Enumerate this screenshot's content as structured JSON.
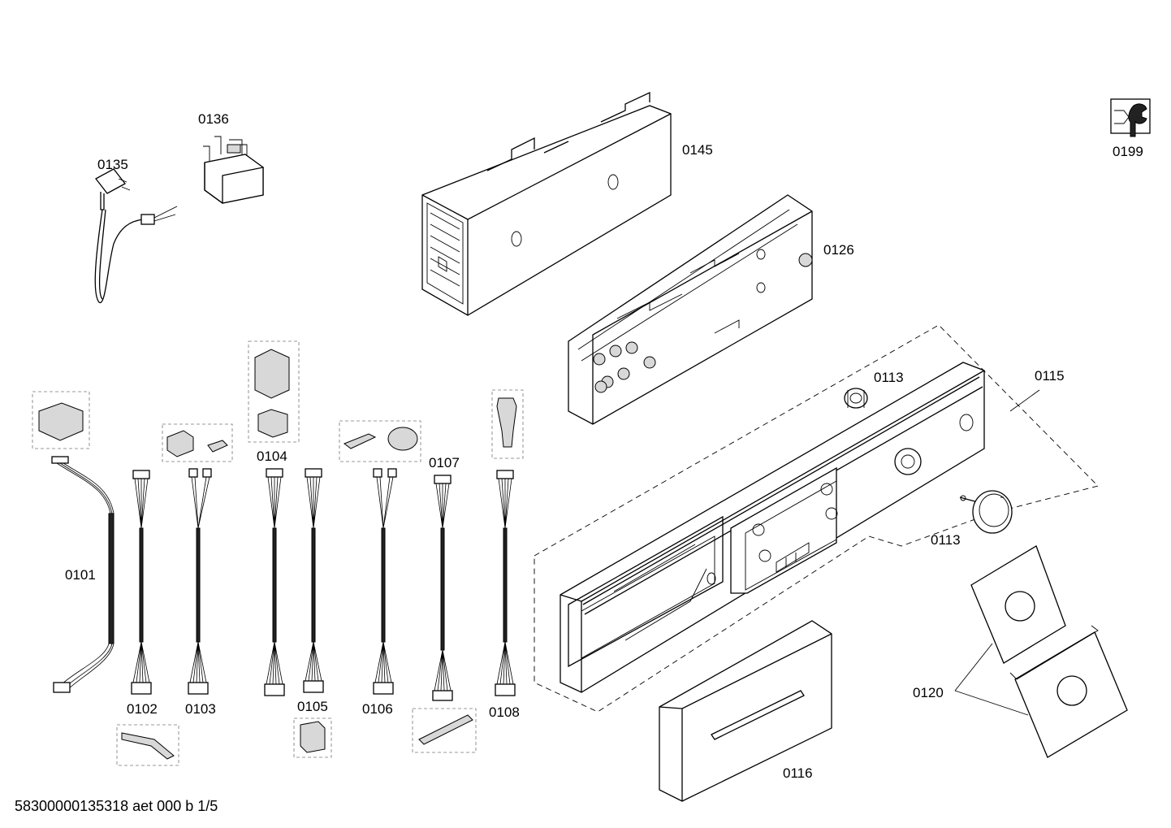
{
  "labels": {
    "p0135": "0135",
    "p0136": "0136",
    "p0145": "0145",
    "p0126": "0126",
    "p0199": "0199",
    "p0113a": "0113",
    "p0113b": "0113",
    "p0115": "0115",
    "p0116": "0116",
    "p0120": "0120",
    "p0101": "0101",
    "p0102": "0102",
    "p0103": "0103",
    "p0104": "0104",
    "p0105": "0105",
    "p0106": "0106",
    "p0107": "0107",
    "p0108": "0108"
  },
  "footer": "58300000135318 aet 000 b 1/5",
  "icons": {
    "service": "wrench-icon"
  }
}
